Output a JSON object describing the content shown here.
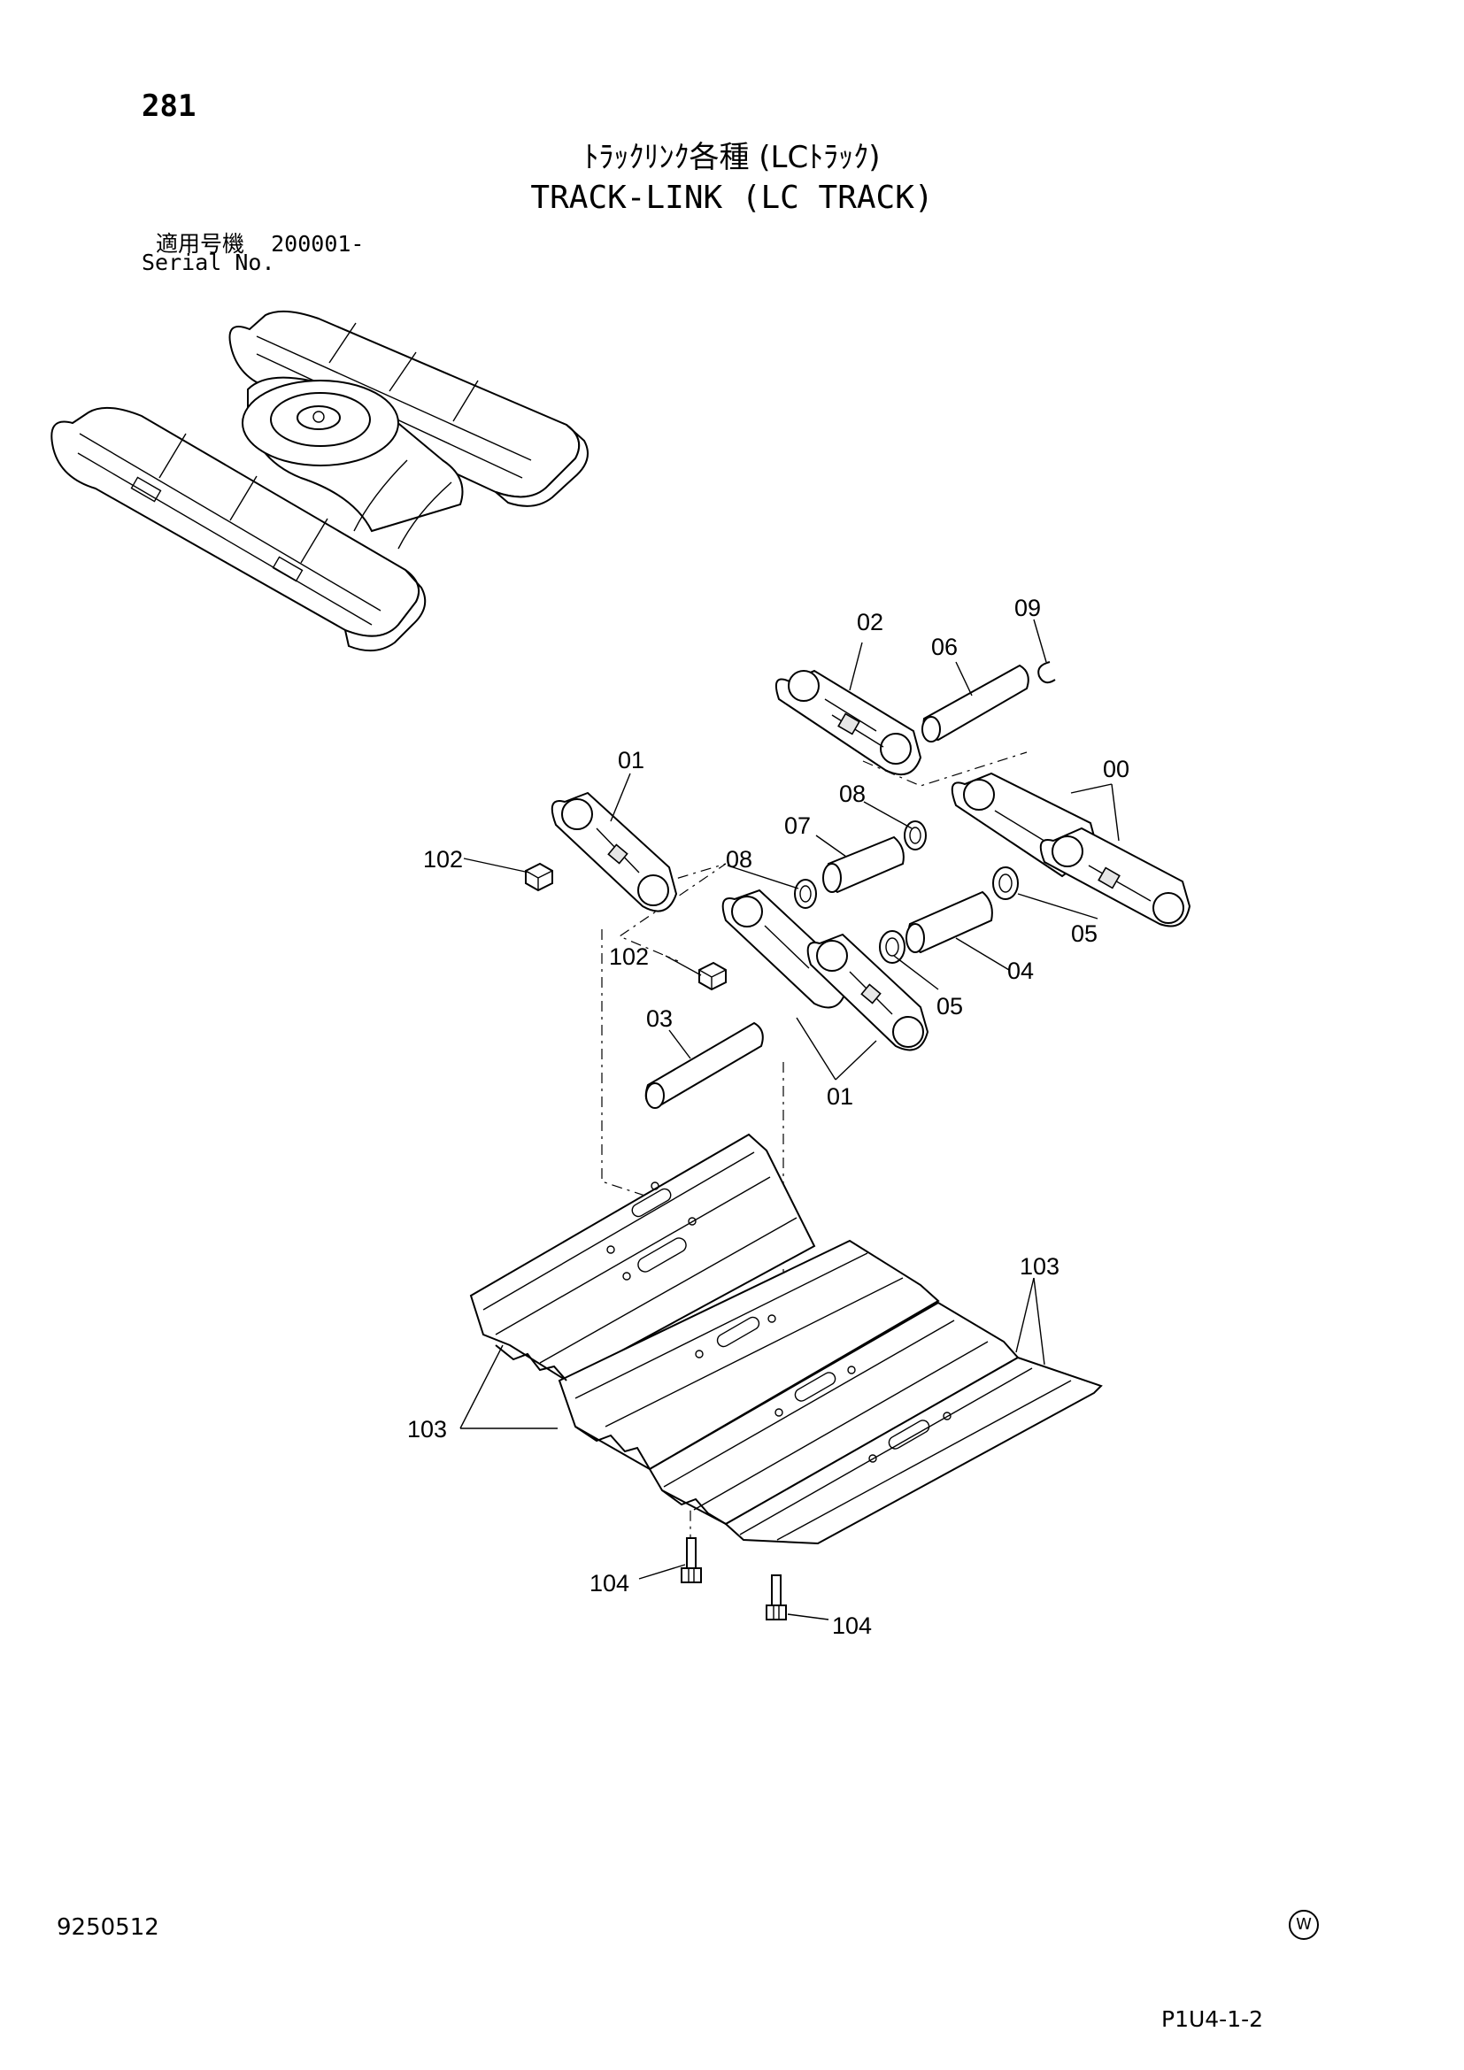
{
  "header": {
    "page_number": "281",
    "title_jp": "ﾄﾗｯｸﾘﾝｸ各種 (LCﾄﾗｯｸ)",
    "title_en": "TRACK-LINK (LC TRACK)",
    "serial_label_jp": "適用号機",
    "serial_value": "200001-",
    "serial_label_en": "Serial No."
  },
  "callouts": {
    "c00": "00",
    "c01a": "01",
    "c01b": "01",
    "c02": "02",
    "c03": "03",
    "c04": "04",
    "c05a": "05",
    "c05b": "05",
    "c06": "06",
    "c07": "07",
    "c08a": "08",
    "c08b": "08",
    "c09": "09",
    "c102a": "102",
    "c102b": "102",
    "c103a": "103",
    "c103b": "103",
    "c104a": "104",
    "c104b": "104"
  },
  "footer": {
    "doc_number": "9250512",
    "watermark": "W",
    "page_code": "P1U4-1-2"
  }
}
